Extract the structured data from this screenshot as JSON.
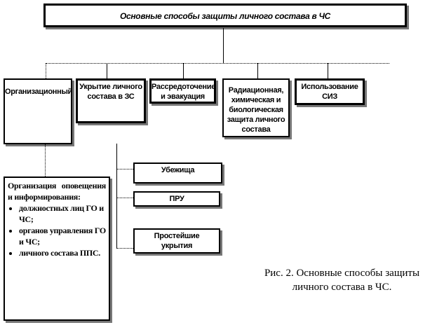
{
  "title": "Основные способы защиты личного состава в ЧС",
  "categories": [
    {
      "label": "Организационный"
    },
    {
      "label": "Укрытие личного состава в ЗС"
    },
    {
      "label": "Рассредоточение и эвакуация"
    },
    {
      "label": "Радиационная, химическая и биологическая защита личного состава"
    },
    {
      "label": "Использование СИЗ"
    }
  ],
  "shelters": [
    "Убежища",
    "ПРУ",
    "Простейшие укрытия"
  ],
  "org_detail": {
    "heading": "Организация оповещения и информирования:",
    "items": [
      "должностных лиц ГО и ЧС;",
      "органов управления ГО и ЧС;",
      "личного состава ППС."
    ]
  },
  "caption": "Рис. 2. Основные способы защиты личного состава в ЧС."
}
